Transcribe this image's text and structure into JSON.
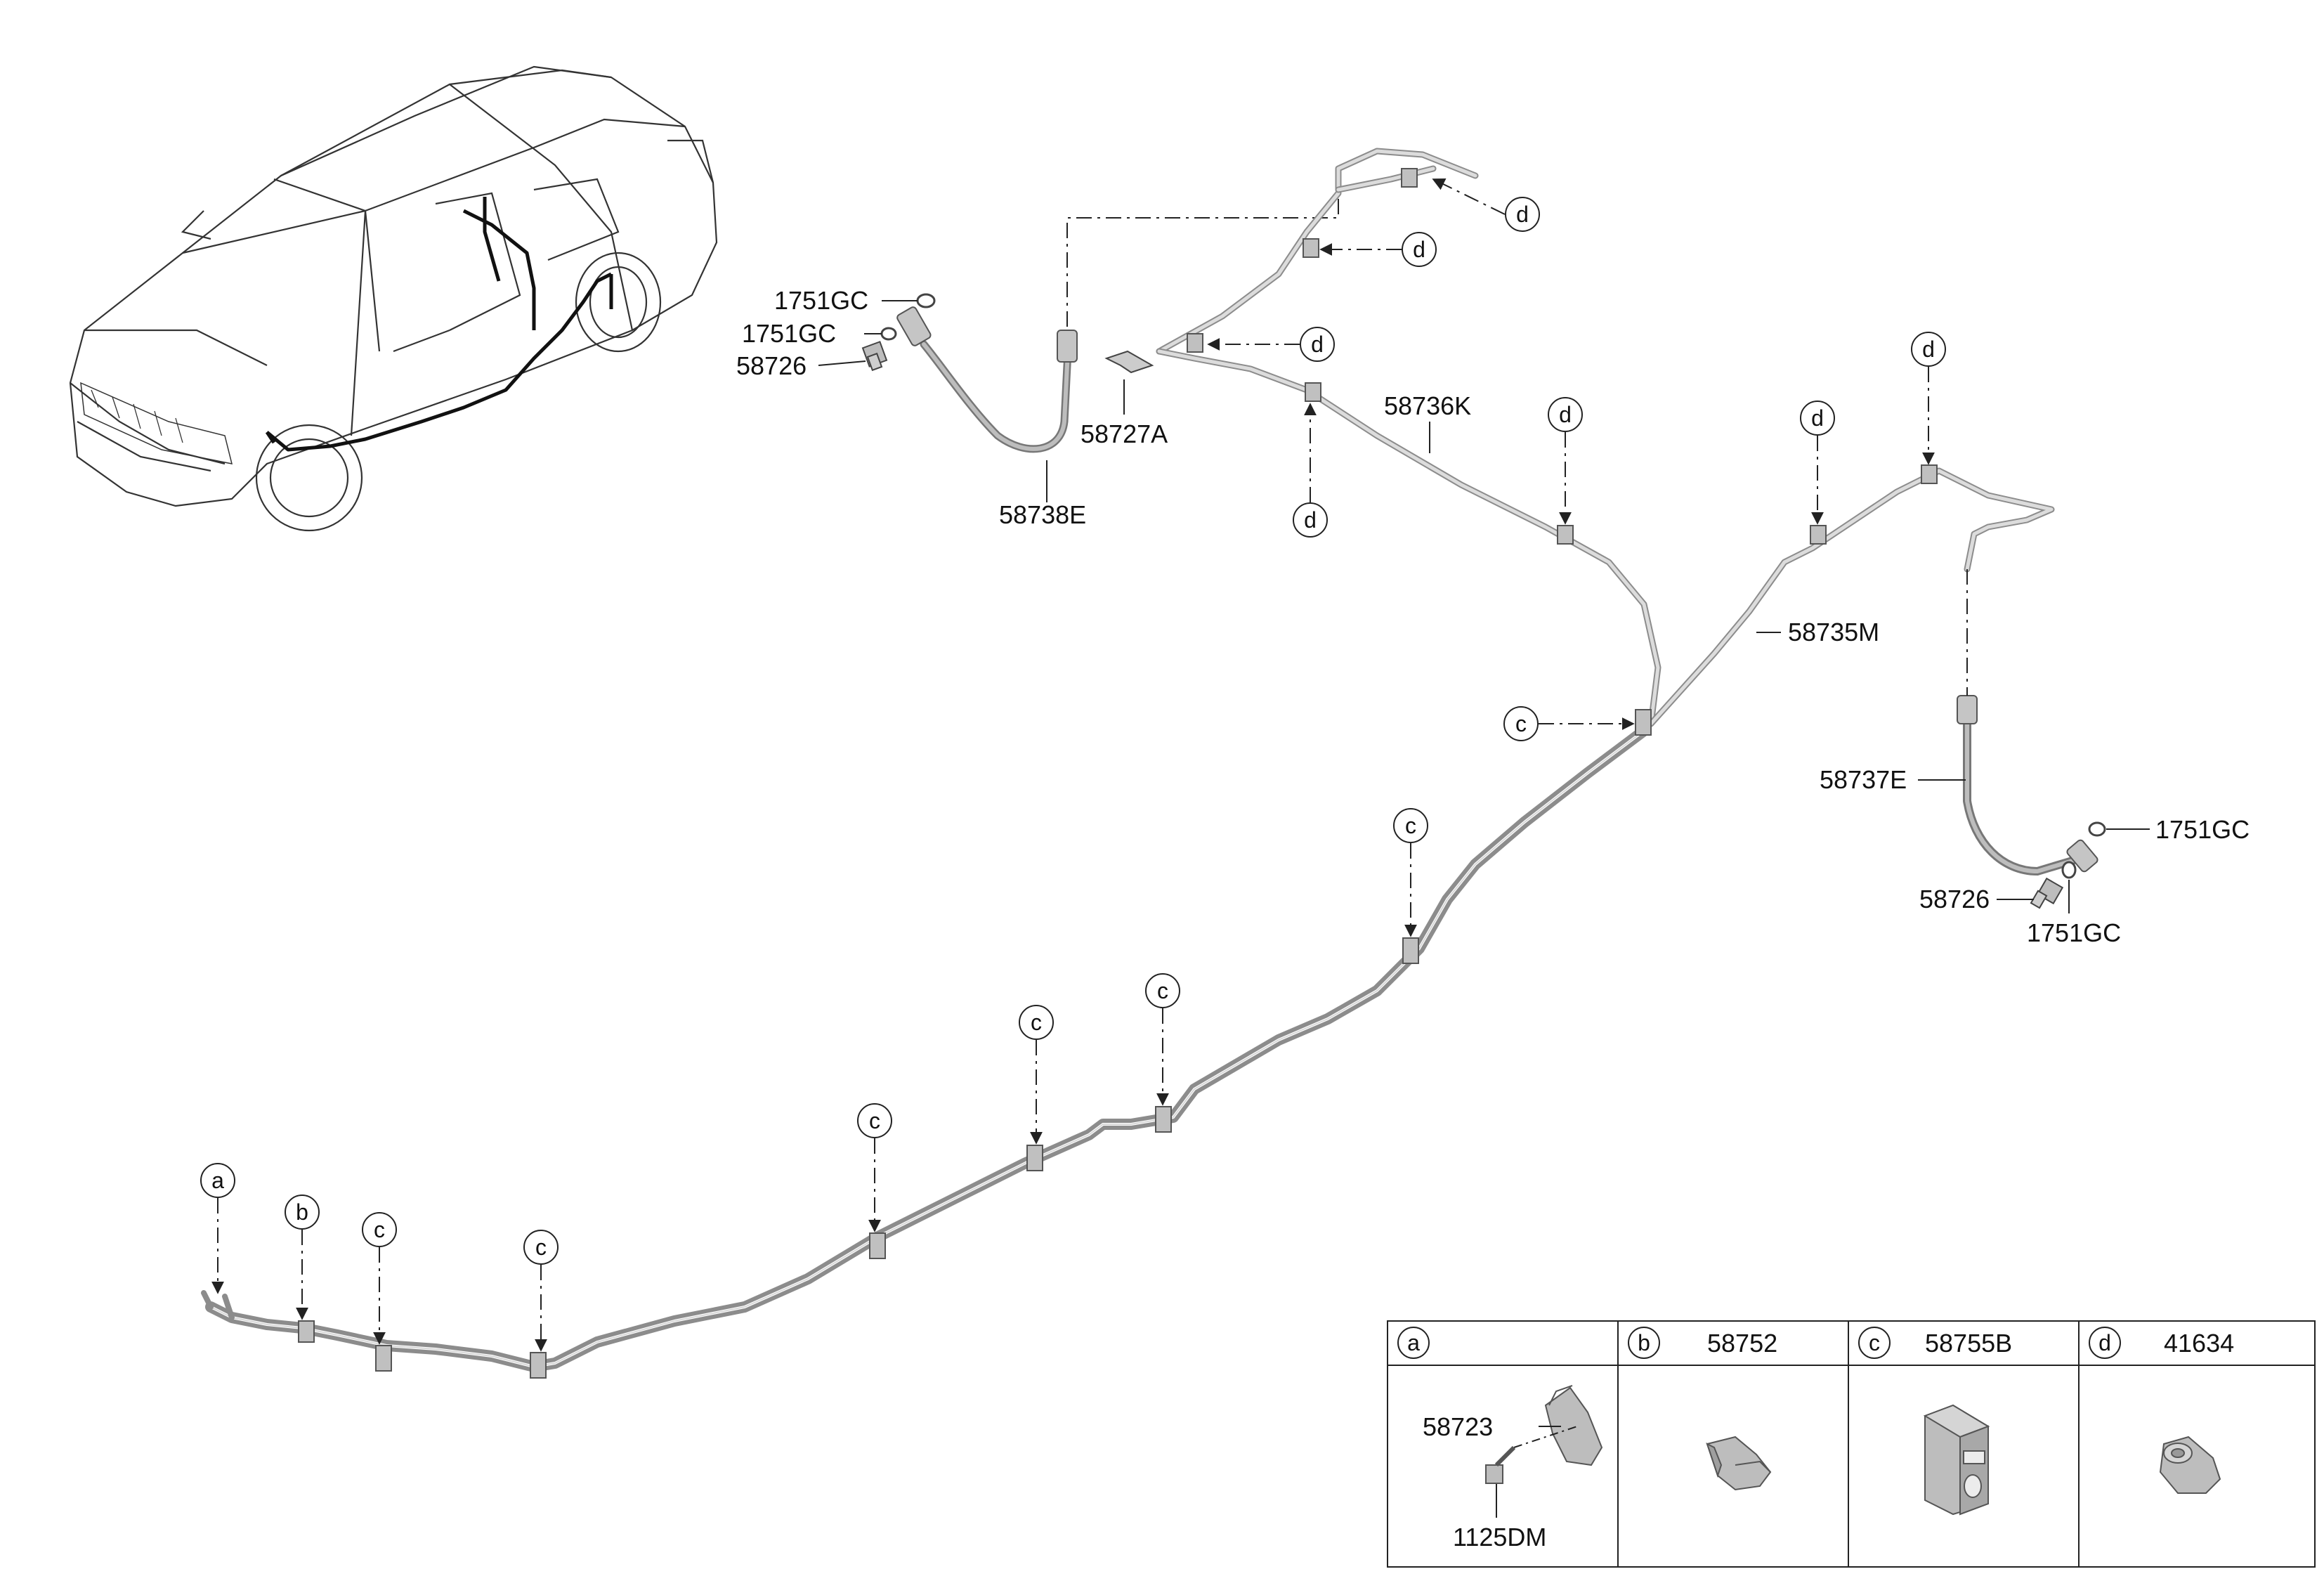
{
  "parts": {
    "p58738E": "58738E",
    "p58727A": "58727A",
    "p1751GC_top1": "1751GC",
    "p1751GC_top2": "1751GC",
    "p58726_top": "58726",
    "p58736K": "58736K",
    "p58735M": "58735M",
    "p58737E": "58737E",
    "p1751GC_r1": "1751GC",
    "p1751GC_r2": "1751GC",
    "p58726_r": "58726"
  },
  "callouts": {
    "a": "a",
    "b": "b",
    "c": "c",
    "d": "d"
  },
  "legend_table": {
    "col_a": {
      "letter": "a",
      "part": "",
      "sub1": "58723",
      "sub2": "1125DM"
    },
    "col_b": {
      "letter": "b",
      "part": "58752"
    },
    "col_c": {
      "letter": "c",
      "part": "58755B"
    },
    "col_d": {
      "letter": "d",
      "part": "41634"
    }
  },
  "colors": {
    "line": "#222222",
    "pipe": "#8c8c8c",
    "pipe_light": "#c8c8c8",
    "part_fill": "#b9b9b9"
  }
}
